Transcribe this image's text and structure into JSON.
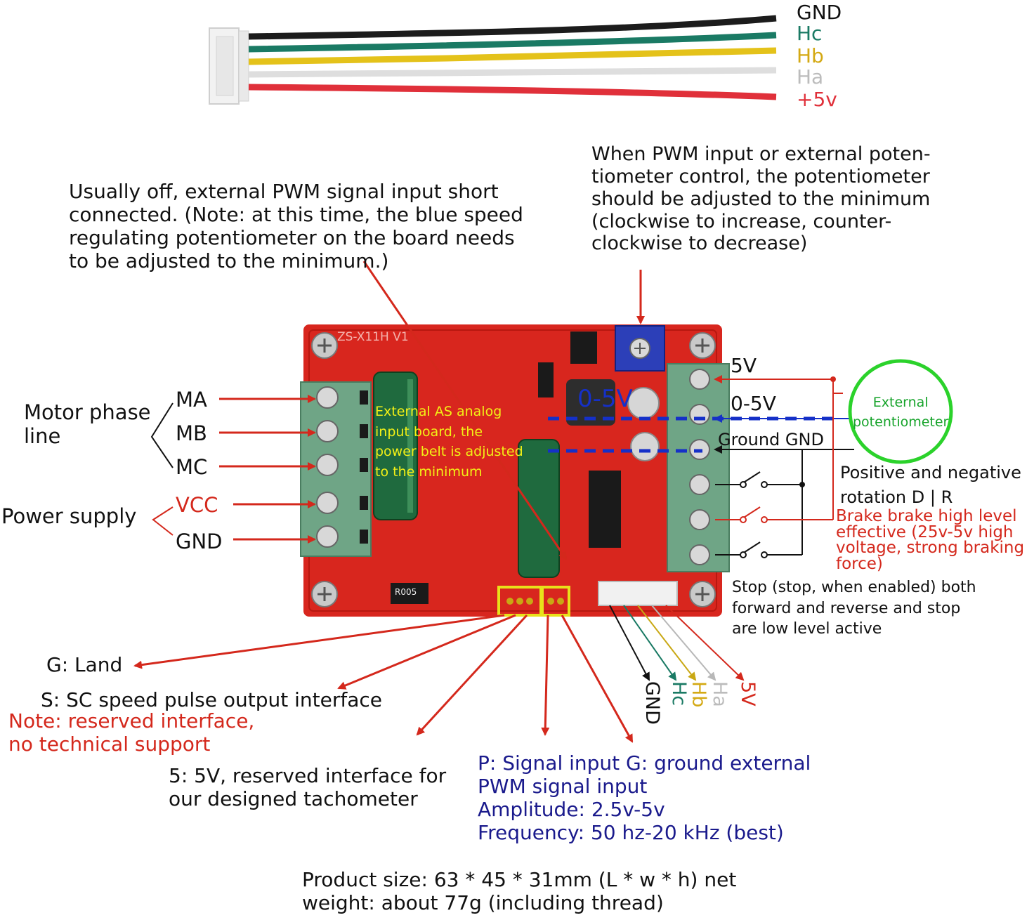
{
  "colors": {
    "gnd_wire": "#1c1c1c",
    "hc_wire": "#1a7a64",
    "hb_wire": "#e4c21a",
    "ha_wire": "#e6e6e6",
    "v5_wire": "#e0303a",
    "annotation_red": "#d4281c",
    "annotation_navy": "#1a1a8c",
    "board_red": "#d8261e",
    "terminal_green": "#6fa586",
    "potentiometer_circle": "#2bd22b",
    "highlight_yellow": "#e8e21a"
  },
  "cable": {
    "labels": [
      "GND",
      "Hc",
      "Hb",
      "Ha",
      "+5v"
    ]
  },
  "notes": {
    "pwm_short_note": "Usually off, external PWM signal input short\nconnected. (Note: at this time, the blue speed\nregulating potentiometer on the board needs\nto be adjusted to the minimum.)",
    "pot_note": "When PWM input or external poten-\ntiometer control, the potentiometer\nshould be adjusted to the minimum\n(clockwise to increase, counter-\nclockwise to decrease)"
  },
  "left_terminals": {
    "motor_phase_label": "Motor phase\nline",
    "power_supply_label": "Power supply",
    "ma": "MA",
    "mb": "MB",
    "mc": "MC",
    "vcc": "VCC",
    "gnd": "GND"
  },
  "board": {
    "silkscreen_title": "ZS-X11H V1",
    "resistor_marking": "R005",
    "analog_overlay": "External AS analog\ninput board, the\npower belt is adjusted\nto the minimum",
    "range_overlay": "0-5V"
  },
  "right_terminals": {
    "v5": "5V",
    "v0_5": "0-5V",
    "ground": "Ground GND",
    "external_pot": "External\npotentiometer",
    "direction": "Positive and negative\nrotation D | R",
    "brake": "Brake brake high level\neffective (25v-5v high\nvoltage, strong braking\nforce)",
    "stop": "Stop (stop, when enabled) both\nforward and reverse and stop\nare low level active"
  },
  "bottom_pins": {
    "g_land": "G: Land",
    "s_speed": "S: SC speed pulse output interface",
    "reserved_note": "Note: reserved interface,\nno technical support",
    "five_v": "5: 5V, reserved interface for\nour designed tachometer",
    "pwm_block": "P: Signal input G: ground external\nPWM signal input\nAmplitude: 2.5v-5v\nFrequency: 50 hz-20 kHz (best)"
  },
  "hall_labels": [
    "GND",
    "Hc",
    "Hb",
    "Ha",
    "5V"
  ],
  "product": {
    "size_note": "Product size: 63 * 45 * 31mm (L * w * h) net\nweight: about 77g (including thread)"
  }
}
